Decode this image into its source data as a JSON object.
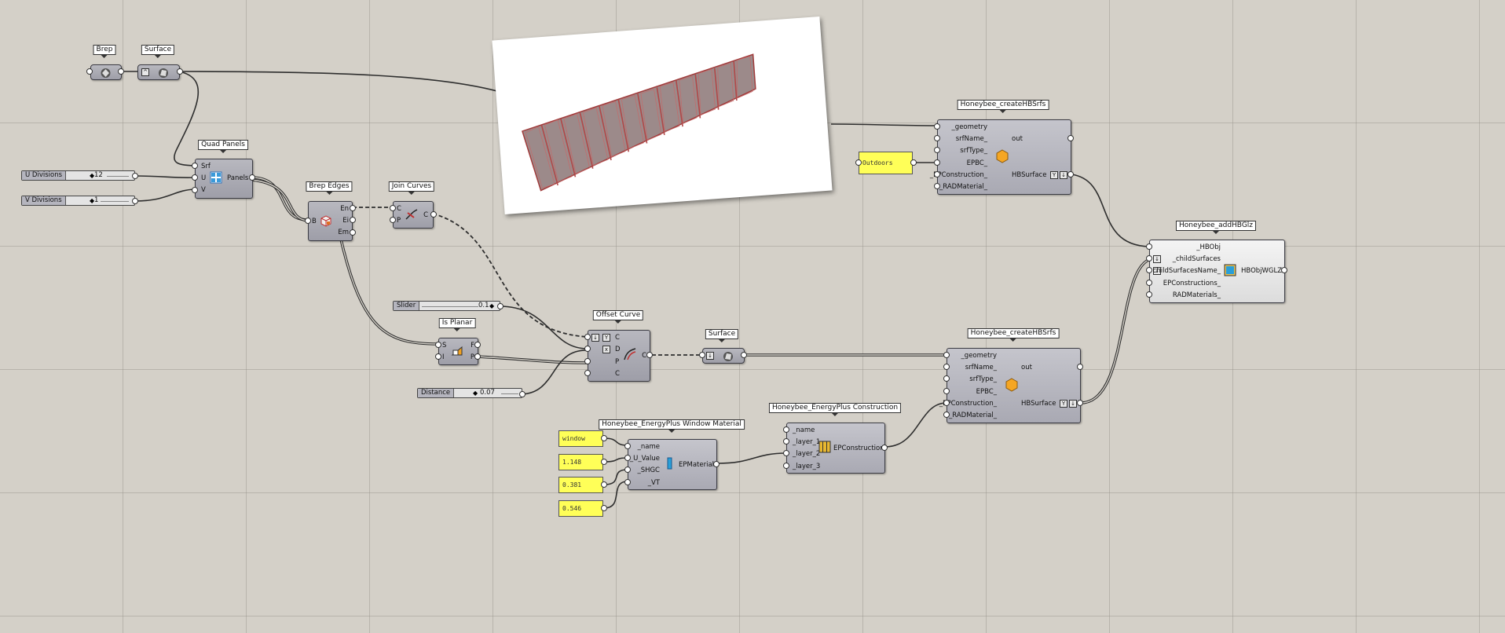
{
  "tags": {
    "brep": "Brep",
    "surface1": "Surface",
    "quad": "Quad Panels",
    "brepedges": "Brep Edges",
    "join": "Join Curves",
    "isplanar": "Is Planar",
    "offset": "Offset Curve",
    "surface2": "Surface",
    "hb1": "Honeybee_createHBSrfs",
    "hb2": "Honeybee_createHBSrfs",
    "addglz": "Honeybee_addHBGlz",
    "winmat": "Honeybee_EnergyPlus Window Material",
    "construction": "Honeybee_EnergyPlus Construction"
  },
  "sliders": {
    "u_label": "U Divisions",
    "u_value": "12",
    "v_label": "V Divisions",
    "v_value": "1",
    "slider_label": "Slider",
    "slider_value": "0.1",
    "dist_label": "Distance",
    "dist_value": "0.07"
  },
  "quad": {
    "srf": "Srf",
    "u": "U",
    "v": "V",
    "out": "Panels"
  },
  "brepedges": {
    "b": "B",
    "en": "En",
    "ei": "Ei",
    "em": "Em"
  },
  "join": {
    "c": "C",
    "p": "P",
    "out": "C"
  },
  "isplanar": {
    "s": "S",
    "i": "I",
    "f": "F",
    "p": "P"
  },
  "offset": {
    "c": "C",
    "d": "D",
    "p": "P",
    "c2": "C",
    "out": "C"
  },
  "hb1": {
    "inputs": [
      "_geometry",
      "srfName_",
      "srfType_",
      "EPBC_",
      "_EPConstruction_",
      "_RADMaterial_"
    ],
    "out": "out",
    "hbsurface": "HBSurface"
  },
  "hb2": {
    "inputs": [
      "_geometry",
      "srfName_",
      "srfType_",
      "EPBC_",
      "_EPConstruction_",
      "_RADMaterial_"
    ],
    "out": "out",
    "hbsurface": "HBSurface"
  },
  "addglz": {
    "inputs": [
      "_HBObj",
      "_childSurfaces",
      "childSurfacesName_",
      "EPConstructions_",
      "RADMaterials_"
    ],
    "out": "HBObjWGLZ"
  },
  "winmat": {
    "inputs": [
      "_name",
      "_U_Value",
      "_SHGC",
      "_VT"
    ],
    "out": "EPMaterial"
  },
  "construction": {
    "inputs": [
      "_name",
      "_layer_1",
      "_layer_2",
      "_layer_3"
    ],
    "out": "EPConstruction"
  },
  "panels": {
    "outdoors": "Outdoors",
    "window": "window",
    "u_value": "1.148",
    "shgc": "0.381",
    "vt": "0.546"
  },
  "colors": {
    "canvas": "#d4d0c8",
    "panel_yellow": "#ffff58",
    "hb_hexagon": "#f5a623",
    "glazing_blue": "#2a9fd8",
    "preview_red": "#a04040"
  }
}
